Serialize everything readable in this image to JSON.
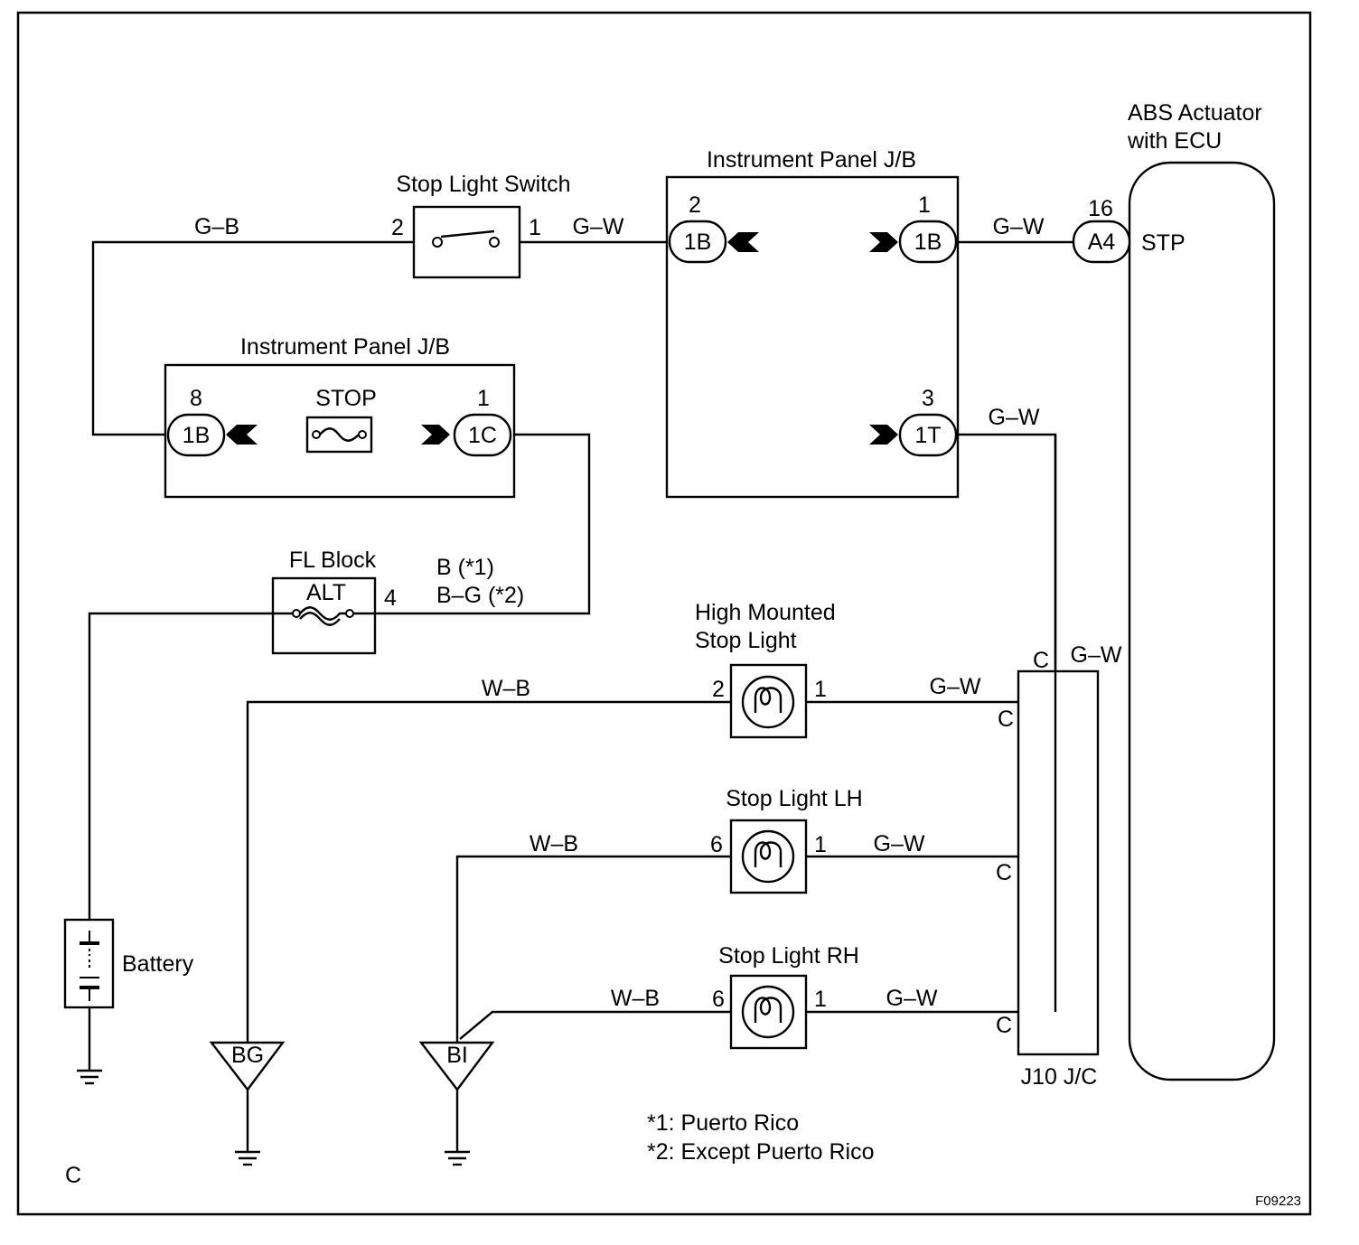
{
  "components": {
    "stop_light_switch": "Stop Light Switch",
    "ipjb_top": "Instrument Panel J/B",
    "ipjb_left": "Instrument Panel J/B",
    "fuse_stop": "STOP",
    "fl_block": "FL Block",
    "fuse_alt": "ALT",
    "battery": "Battery",
    "abs_line1": "ABS Actuator",
    "abs_line2": "with ECU",
    "abs_terminal": "STP",
    "hm_line1": "High Mounted",
    "hm_line2": "Stop Light",
    "stop_lh": "Stop Light LH",
    "stop_rh": "Stop Light RH",
    "j10": "J10 J/C"
  },
  "connectors": {
    "ipjb_top_in": "1B",
    "ipjb_top_out1": "1B",
    "ipjb_top_out3": "1T",
    "ipjb_left_8": "1B",
    "ipjb_left_1": "1C",
    "abs": "A4"
  },
  "pins": {
    "sw_2": "2",
    "sw_1": "1",
    "ipjb_top_2": "2",
    "ipjb_top_1": "1",
    "ipjb_top_3": "3",
    "ipjb_left_8": "8",
    "ipjb_left_1": "1",
    "abs_16": "16",
    "fl_4": "4",
    "hm_2": "2",
    "hm_1": "1",
    "lh_6": "6",
    "lh_1": "1",
    "rh_6": "6",
    "rh_1": "1",
    "j10_top": "C",
    "j10_hm": "C",
    "j10_lh": "C",
    "j10_rh": "C"
  },
  "wires": {
    "sw_in": "G–B",
    "sw_out": "G–W",
    "ipjb_to_abs": "G–W",
    "ipjb_to_j10": "G–W",
    "j10_to_abs": "G–W",
    "fl_out_1": "B (*1)",
    "fl_out_2": "B–G (*2)",
    "hm_gnd": "W–B",
    "hm_out": "G–W",
    "lh_gnd": "W–B",
    "lh_out": "G–W",
    "rh_gnd": "W–B",
    "rh_out": "G–W"
  },
  "grounds": {
    "bg": "BG",
    "bi": "BI"
  },
  "notes": {
    "n1": "*1: Puerto Rico",
    "n2": "*2: Except Puerto Rico"
  },
  "corner_label": "C",
  "figure_code": "F09223"
}
